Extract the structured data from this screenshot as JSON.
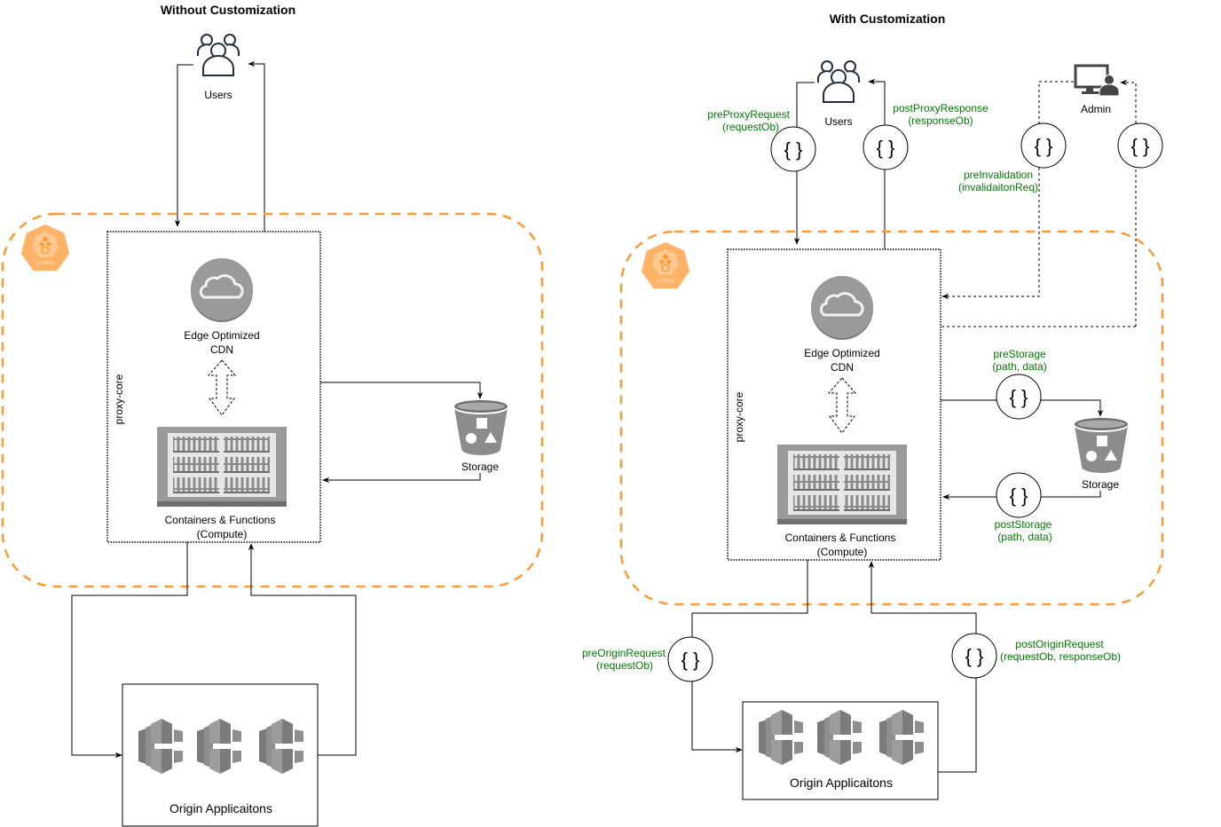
{
  "left": {
    "title": "Without Customization",
    "users_label": "Users",
    "core_label": "proxy-core",
    "cdn_label": [
      "Edge Optimized",
      "CDN"
    ],
    "compute_label": [
      "Containers & Functions",
      "(Compute)"
    ],
    "storage_label": "Storage",
    "origin_label": "Origin Applicaitons",
    "logo_text": "k-proxy"
  },
  "right": {
    "title": "With Customization",
    "users_label": "Users",
    "admin_label": "Admin",
    "core_label": "proxy-core",
    "cdn_label": [
      "Edge Optimized",
      "CDN"
    ],
    "compute_label": [
      "Containers & Functions",
      "(Compute)"
    ],
    "storage_label": "Storage",
    "origin_label": "Origin Applicaitons",
    "logo_text": "k-proxy",
    "hook_symbol": "{ }",
    "hooks": {
      "preProxyRequest": [
        "preProxyRequest",
        "(requestOb)"
      ],
      "postProxyResponse": [
        "postProxyResponse",
        "(responseOb)"
      ],
      "preInvalidation": [
        "preInvalidation",
        "(invalidaitonReq)"
      ],
      "preStorage": [
        "preStorage",
        "(path, data)"
      ],
      "postStorage": [
        "postStorage",
        "(path, data)"
      ],
      "preOriginRequest": [
        "preOriginRequest",
        "(requestOb)"
      ],
      "postOriginRequest": [
        "postOriginRequest",
        "(requestOb, responseOb)"
      ]
    }
  },
  "colors": {
    "boundary": "#ff9933",
    "hook_label": "#007a00",
    "icon_gray": "#8c8c8c",
    "icon_navy": "#232f3e"
  }
}
